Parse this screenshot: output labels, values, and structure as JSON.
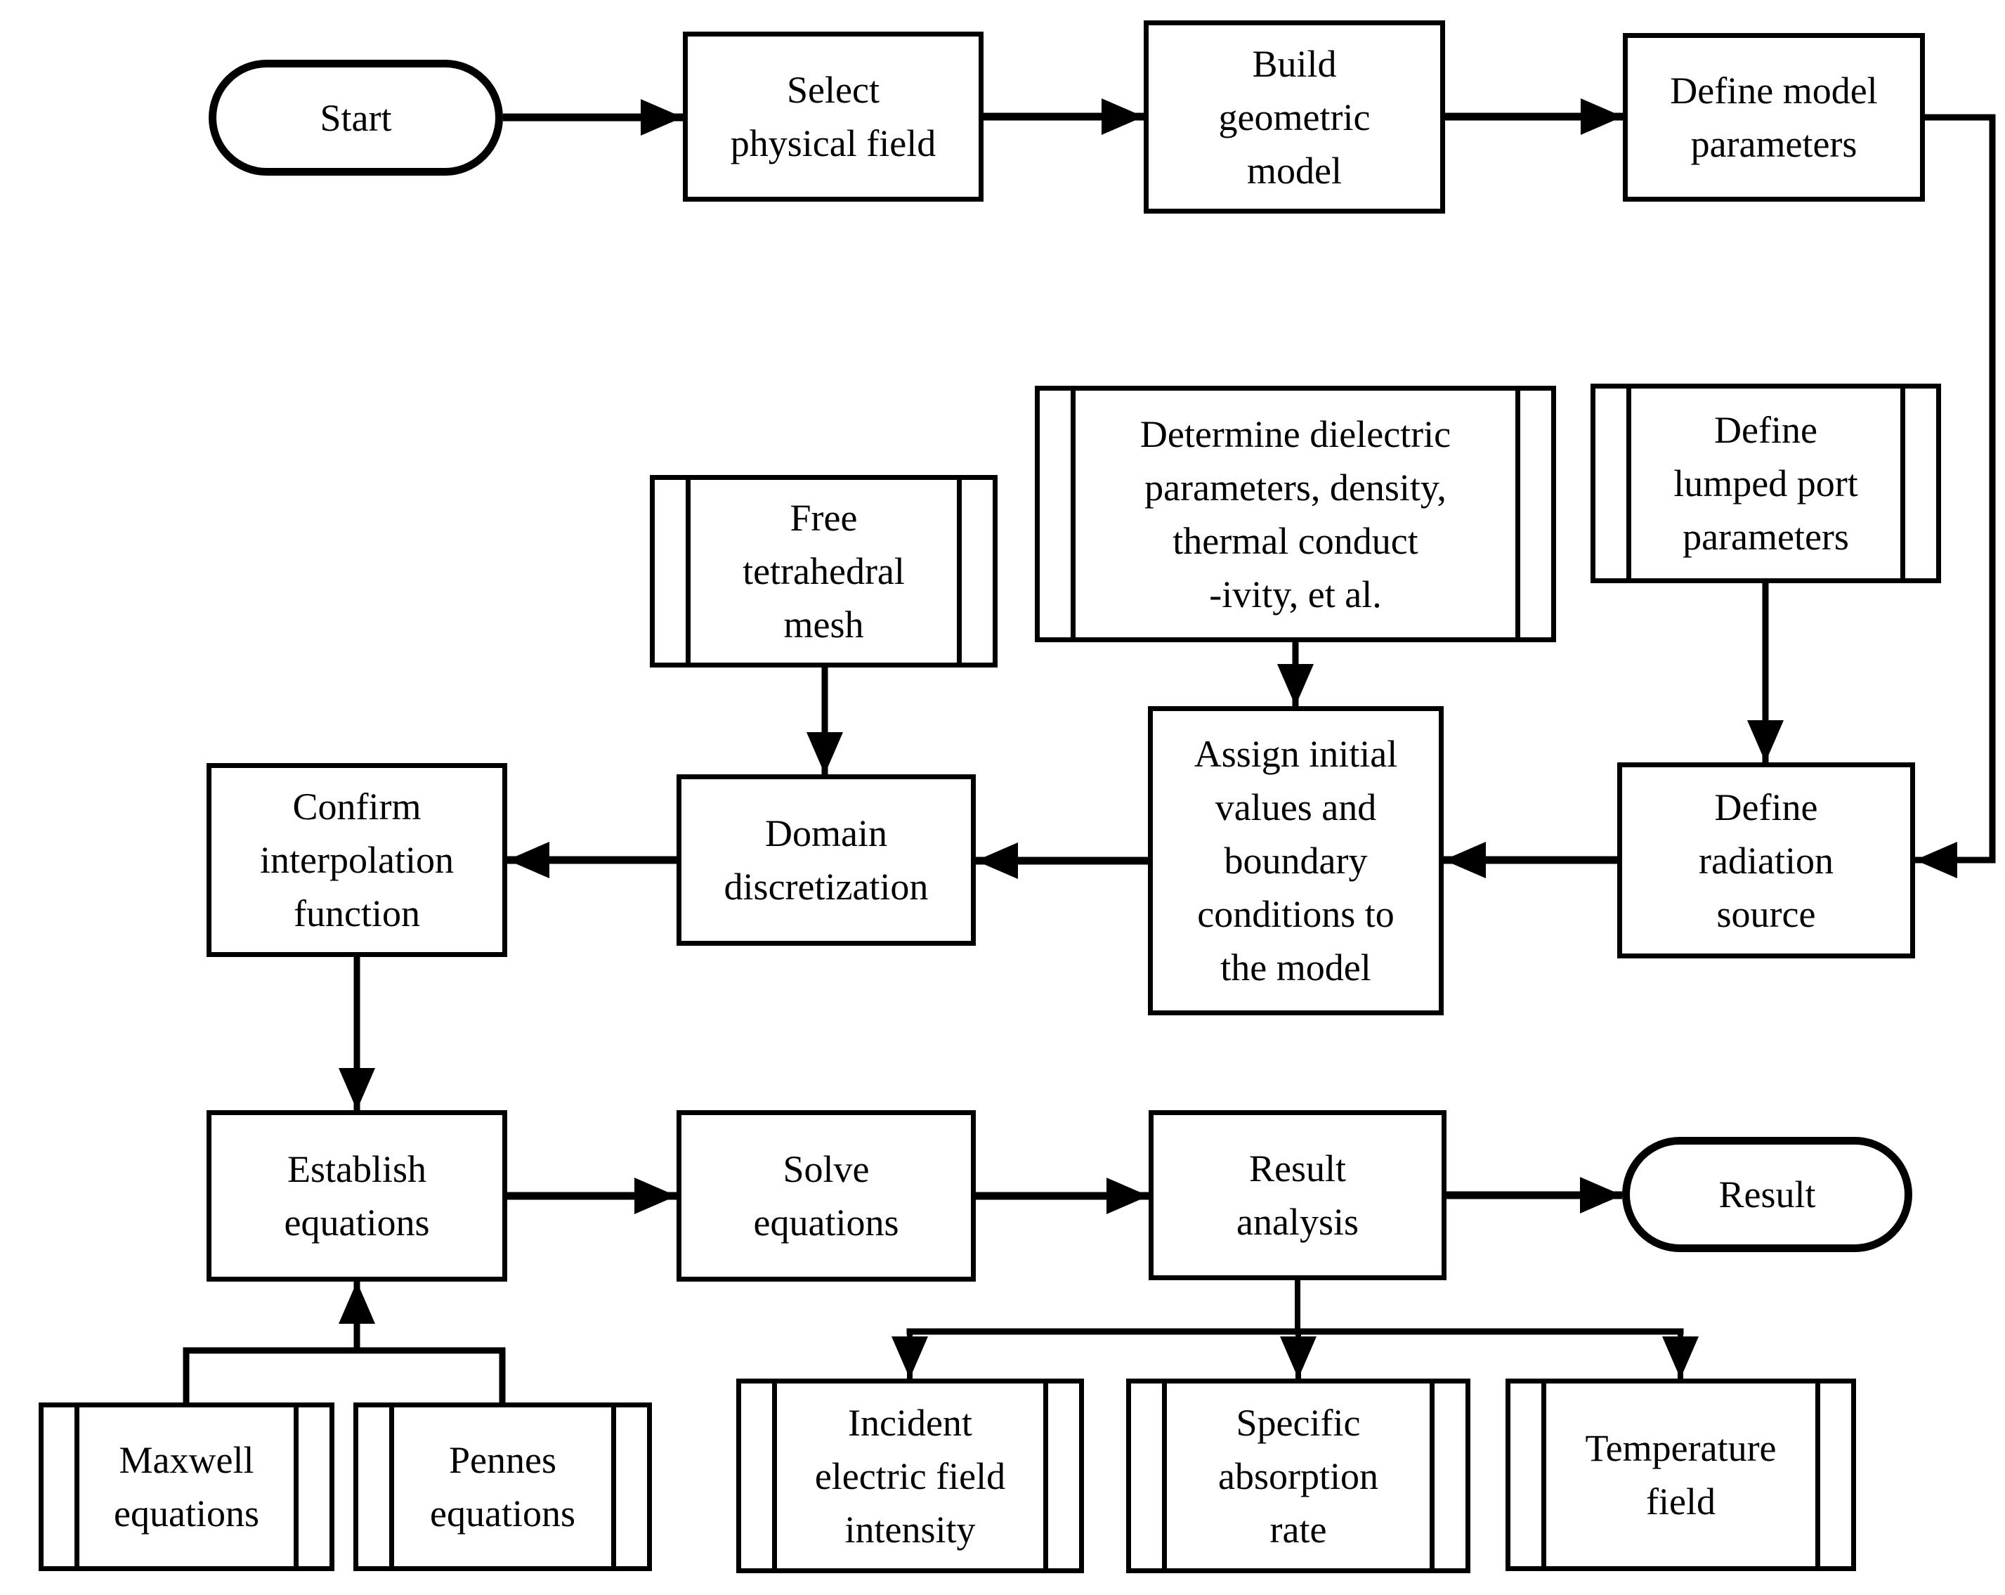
{
  "diagram_type": "flowchart",
  "colors": {
    "ink": "#000000",
    "paper": "#ffffff"
  },
  "nodes": {
    "start": {
      "label": "Start",
      "shape": "terminator"
    },
    "select_physical_field": {
      "label": "Select\nphysical field",
      "shape": "process"
    },
    "build_geometric_model": {
      "label": "Build\ngeometric\nmodel",
      "shape": "process"
    },
    "define_model_parameters": {
      "label": "Define model\nparameters",
      "shape": "process"
    },
    "free_tetrahedral_mesh": {
      "label": "Free\ntetrahedral\nmesh",
      "shape": "predefined-process"
    },
    "determine_dielectric_parameters": {
      "label": "Determine dielectric\nparameters, density,\nthermal conduct\n-ivity, et al.",
      "shape": "predefined-process"
    },
    "define_lumped_port_parameters": {
      "label": "Define\nlumped port\nparameters",
      "shape": "predefined-process"
    },
    "confirm_interpolation_function": {
      "label": "Confirm\ninterpolation\nfunction",
      "shape": "process"
    },
    "domain_discretization": {
      "label": "Domain\ndiscretization",
      "shape": "process"
    },
    "assign_initial_values": {
      "label": "Assign initial\nvalues and\nboundary\nconditions to\nthe model",
      "shape": "process"
    },
    "define_radiation_source": {
      "label": "Define\nradiation\nsource",
      "shape": "process"
    },
    "establish_equations": {
      "label": "Establish\nequations",
      "shape": "process"
    },
    "solve_equations": {
      "label": "Solve\nequations",
      "shape": "process"
    },
    "result_analysis": {
      "label": "Result\nanalysis",
      "shape": "process"
    },
    "result": {
      "label": "Result",
      "shape": "terminator"
    },
    "maxwell_equations": {
      "label": "Maxwell\nequations",
      "shape": "predefined-process"
    },
    "pennes_equations": {
      "label": "Pennes\nequations",
      "shape": "predefined-process"
    },
    "incident_electric_field_intensity": {
      "label": "Incident\nelectric field\nintensity",
      "shape": "predefined-process"
    },
    "specific_absorption_rate": {
      "label": "Specific\nabsorption\nrate",
      "shape": "predefined-process"
    },
    "temperature_field": {
      "label": "Temperature\nfield",
      "shape": "predefined-process"
    }
  },
  "edges": [
    {
      "from": "start",
      "to": "select_physical_field"
    },
    {
      "from": "select_physical_field",
      "to": "build_geometric_model"
    },
    {
      "from": "build_geometric_model",
      "to": "define_model_parameters"
    },
    {
      "from": "define_model_parameters",
      "to": "define_radiation_source"
    },
    {
      "from": "free_tetrahedral_mesh",
      "to": "domain_discretization"
    },
    {
      "from": "determine_dielectric_parameters",
      "to": "assign_initial_values"
    },
    {
      "from": "define_lumped_port_parameters",
      "to": "define_radiation_source"
    },
    {
      "from": "define_radiation_source",
      "to": "assign_initial_values"
    },
    {
      "from": "assign_initial_values",
      "to": "domain_discretization"
    },
    {
      "from": "domain_discretization",
      "to": "confirm_interpolation_function"
    },
    {
      "from": "confirm_interpolation_function",
      "to": "establish_equations"
    },
    {
      "from": "maxwell_equations",
      "to": "establish_equations"
    },
    {
      "from": "pennes_equations",
      "to": "establish_equations"
    },
    {
      "from": "establish_equations",
      "to": "solve_equations"
    },
    {
      "from": "solve_equations",
      "to": "result_analysis"
    },
    {
      "from": "result_analysis",
      "to": "result"
    },
    {
      "from": "result_analysis",
      "to": "incident_electric_field_intensity"
    },
    {
      "from": "result_analysis",
      "to": "specific_absorption_rate"
    },
    {
      "from": "result_analysis",
      "to": "temperature_field"
    }
  ]
}
